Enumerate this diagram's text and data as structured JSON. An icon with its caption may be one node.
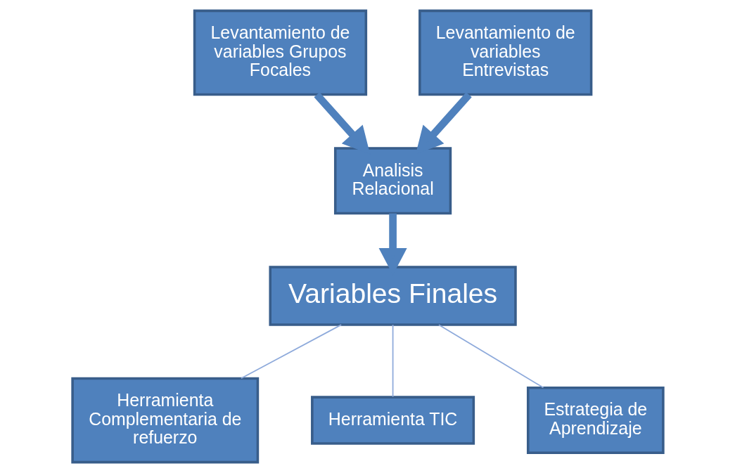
{
  "diagram": {
    "nodes": [
      {
        "text": [
          "Levantamiento de variables Grupos Focales"
        ]
      },
      {
        "text": [
          "Levantamiento de variables Entrevistas"
        ]
      },
      {
        "text": [
          "Analisis Relacional"
        ]
      },
      {
        "text": [
          "Variables Finales"
        ]
      },
      {
        "text": [
          "Herramienta Complementaria de refuerzo"
        ]
      },
      {
        "text": [
          "Herramienta TIC"
        ]
      },
      {
        "text": [
          "Estrategia de Aprendizaje"
        ]
      }
    ],
    "edges": [
      {
        "from": 0,
        "to": 2,
        "arrow": "to",
        "style": "thick"
      },
      {
        "from": 1,
        "to": 2,
        "arrow": "to",
        "style": "thick"
      },
      {
        "from": 2,
        "to": 3,
        "arrow": "to",
        "style": "thick"
      },
      {
        "from": 3,
        "to": 4,
        "arrow": "none",
        "color": "#8eaadb"
      },
      {
        "from": 3,
        "to": 5,
        "arrow": "none",
        "color": "#8eaadb"
      },
      {
        "from": 3,
        "to": 6,
        "arrow": "none",
        "color": "#8eaadb"
      }
    ]
  }
}
